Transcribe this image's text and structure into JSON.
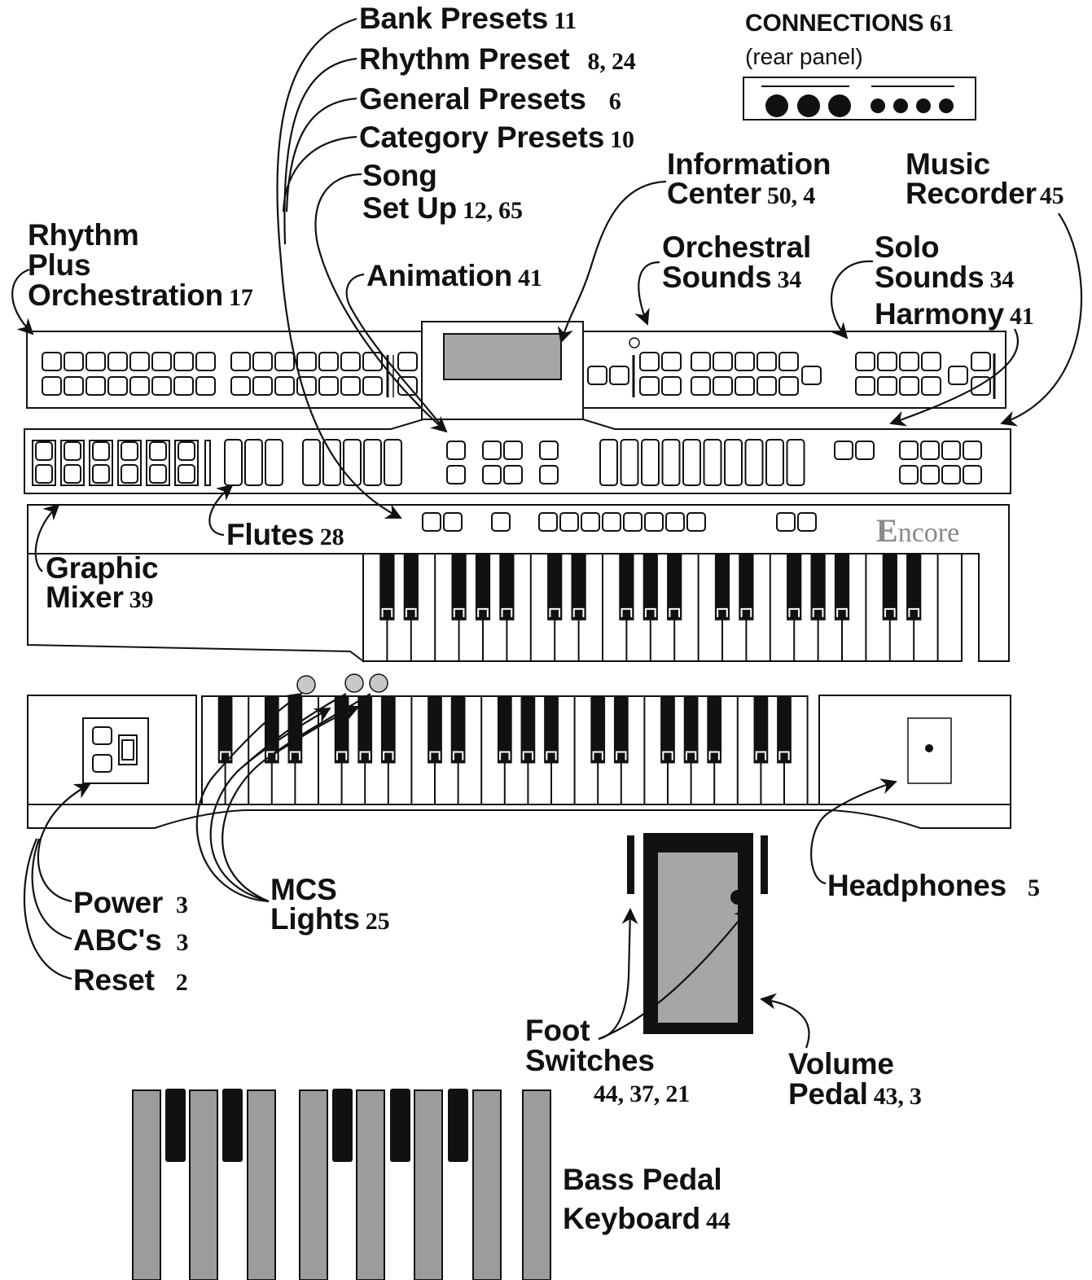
{
  "brand": {
    "logo_initial": "E",
    "logo_rest": "ncore"
  },
  "connections": {
    "title": "CONNECTIONS",
    "page": "61",
    "subtitle": "(rear panel)"
  },
  "callouts": {
    "bank_presets": {
      "text": "Bank Presets",
      "page": "11"
    },
    "rhythm_preset": {
      "text": "Rhythm Preset",
      "page": "8, 24"
    },
    "general_presets": {
      "text": "General Presets",
      "page": "6"
    },
    "category_presets": {
      "text": "Category Presets",
      "page": "10"
    },
    "song_set_up": {
      "line1": "Song",
      "line2": "Set Up",
      "page": "12, 65"
    },
    "information_center": {
      "line1": "Information",
      "line2": "Center",
      "page": "50, 4"
    },
    "music_recorder": {
      "line1": "Music",
      "line2": "Recorder",
      "page": "45"
    },
    "rhythm_plus_orchestration": {
      "line1": "Rhythm",
      "line2": "Plus",
      "line3": "Orchestration",
      "page": "17"
    },
    "animation": {
      "text": "Animation",
      "page": "41"
    },
    "orchestral_sounds": {
      "line1": "Orchestral",
      "line2": "Sounds",
      "page": "34"
    },
    "solo_sounds": {
      "line1": "Solo",
      "line2": "Sounds",
      "page": "34"
    },
    "harmony": {
      "text": "Harmony",
      "page": "41"
    },
    "flutes": {
      "text": "Flutes",
      "page": "28"
    },
    "graphic_mixer": {
      "line1": "Graphic",
      "line2": "Mixer",
      "page": "39"
    },
    "power": {
      "text": "Power",
      "page": "3"
    },
    "abcs": {
      "text": "ABC's",
      "page": "3"
    },
    "reset": {
      "text": "Reset",
      "page": "2"
    },
    "mcs_lights": {
      "line1": "MCS",
      "line2": "Lights",
      "page": "25"
    },
    "headphones": {
      "text": "Headphones",
      "page": "5"
    },
    "foot_switches": {
      "line1": "Foot",
      "line2": "Switches",
      "page": "44, 37, 21"
    },
    "volume_pedal": {
      "line1": "Volume",
      "line2": "Pedal",
      "page": "43, 3"
    },
    "bass_pedal_keyboard": {
      "line1": "Bass Pedal",
      "line2": "Keyboard",
      "page": "44"
    }
  },
  "colors": {
    "ink": "#111111",
    "panel_gray": "#a6a6a6",
    "pedal_gray": "#9c9c9c",
    "logo_gray": "#8a8a8a"
  }
}
